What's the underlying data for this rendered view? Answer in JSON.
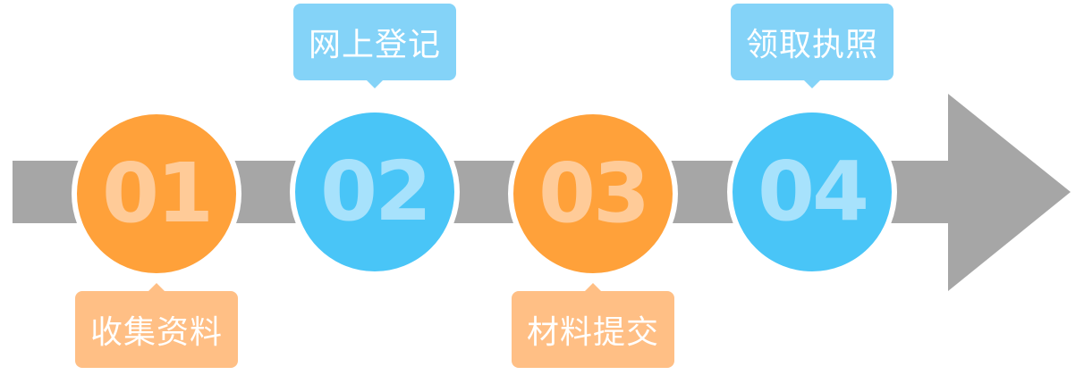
{
  "steps": [
    {
      "number": "01",
      "label": "收集资料",
      "color": "#ffa13a"
    },
    {
      "number": "02",
      "label": "网上登记",
      "color": "#49c5f7"
    },
    {
      "number": "03",
      "label": "材料提交",
      "color": "#ffa13a"
    },
    {
      "number": "04",
      "label": "领取执照",
      "color": "#49c5f7"
    }
  ],
  "colors": {
    "arrow": "#a6a6a6",
    "orange": "#ffa13a",
    "blue": "#49c5f7",
    "orange_label": "#ffbf85",
    "blue_label": "#84d3f8"
  }
}
